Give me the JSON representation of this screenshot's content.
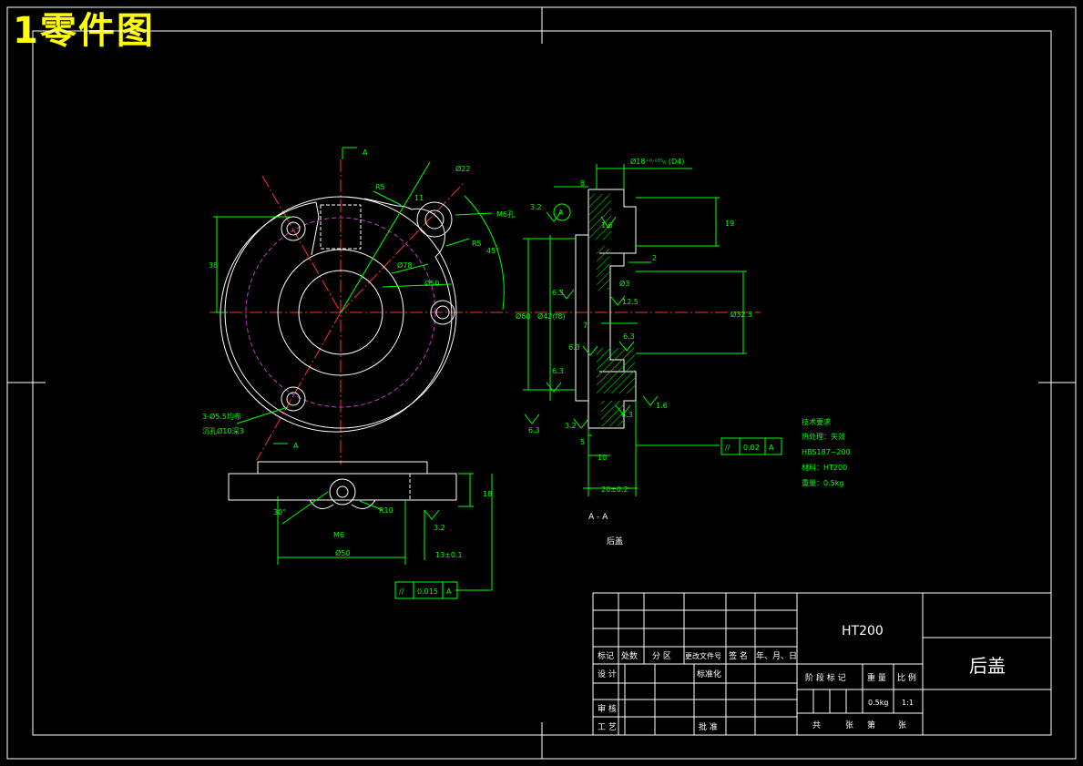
{
  "sheet": {
    "title": "1零件图"
  },
  "views": {
    "front_section_markers": [
      "A",
      "A"
    ],
    "section_label": "A - A",
    "part_caption": "后盖",
    "front_dims": {
      "d22": "Ø22",
      "r5_top": "R5",
      "m6_tap": "M6孔",
      "r5_right": "R5",
      "angle_45": "45°",
      "d78": "Ø78",
      "d50": "Ø50",
      "h38": "38",
      "holes_note_1": "3-Ø5.5均布",
      "holes_note_2": "沉孔Ø10深3",
      "d11": "11"
    },
    "bottom_dims": {
      "angle_30": "30°",
      "m6": "M6",
      "d50": "Ø50",
      "r10": "R10",
      "h18": "18",
      "len": "13±0.1",
      "rough": "3.2",
      "tolerance": {
        "symbol": "//",
        "value": "0.015",
        "datum": "A"
      }
    },
    "section_dims": {
      "top_dia": "Ø18⁺⁰·⁰³⁵₀ (D4)",
      "w8": "8",
      "rough_32a": "3.2",
      "datum": "A",
      "rough_16a": "1.6",
      "h19": "19",
      "w2": "2",
      "d3": "Ø3",
      "rough_125": "12.5",
      "d60": "Ø60",
      "d42": "Ø42(f8)",
      "rough_63a": "6.3",
      "rough_63b": "6.3",
      "w7": "7",
      "rough_63c": "6.3",
      "d325": "Ø32.5",
      "rough_63d": "6.3",
      "rough_16b": "1.6",
      "rough_63e": "6.3",
      "rough_32b": "3.2",
      "rough_63f": "6.3",
      "w5": "5",
      "w10": "10",
      "len": "20±0.2",
      "tolerance": {
        "symbol": "//",
        "value": "0.02",
        "datum": "A"
      }
    }
  },
  "tech_req": {
    "heading": "技术要求",
    "line1": "热处理：失效",
    "line2": "HBS187~200",
    "line3": "材料：HT200",
    "line4": "重量：0.5kg"
  },
  "title_block": {
    "material": "HT200",
    "part_name": "后盖",
    "rev_headers": [
      "标记",
      "处数",
      "分 区",
      "更改文件号",
      "签 名",
      "年、月、日"
    ],
    "design": "设 计",
    "standard": "标准化",
    "review": "审 核",
    "process": "工 艺",
    "approve": "批 准",
    "stage": "阶 段 标 记",
    "weight_label": "重 量",
    "scale_label": "比 例",
    "weight": "0.5kg",
    "scale": "1:1",
    "total": "共",
    "sheets": "张",
    "page": "第",
    "page_sheets": "张"
  }
}
